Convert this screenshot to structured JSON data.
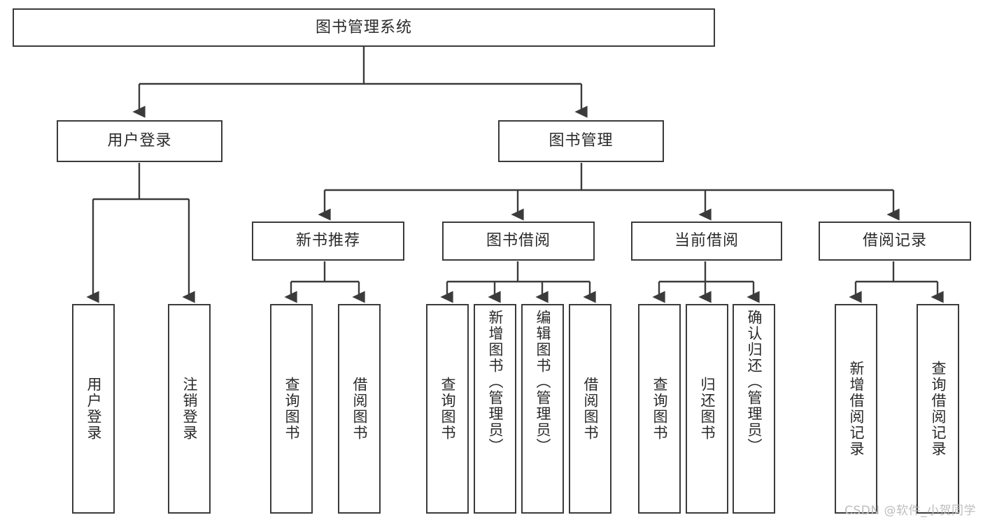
{
  "diagram": {
    "type": "tree",
    "title": "图书管理系统",
    "style": {
      "background": "#ffffff",
      "box_fill": "#ffffff",
      "box_stroke": "#3b3b3b",
      "text_color": "#2a2a2a",
      "connector_color": "#3b3b3b",
      "watermark_color": "#bdbdbd"
    },
    "root": {
      "id": "root",
      "label": "图书管理系统",
      "orientation": "horizontal"
    },
    "level2": [
      {
        "id": "user-login",
        "label": "用户登录",
        "orientation": "horizontal"
      },
      {
        "id": "book-management",
        "label": "图书管理",
        "orientation": "horizontal"
      }
    ],
    "level3": [
      {
        "id": "new-book-recommend",
        "label": "新书推荐",
        "orientation": "horizontal",
        "parent": "book-management"
      },
      {
        "id": "book-borrow",
        "label": "图书借阅",
        "orientation": "horizontal",
        "parent": "book-management"
      },
      {
        "id": "current-borrow",
        "label": "当前借阅",
        "orientation": "horizontal",
        "parent": "book-management"
      },
      {
        "id": "borrow-record",
        "label": "借阅记录",
        "orientation": "horizontal",
        "parent": "book-management"
      }
    ],
    "leaves": {
      "user_login": [
        {
          "id": "leaf-user-login",
          "label": "用户登录",
          "orientation": "vertical"
        },
        {
          "id": "leaf-logout-login",
          "label": "注销登录",
          "orientation": "vertical"
        }
      ],
      "new_book_recommend": [
        {
          "id": "leaf-query-book-1",
          "label": "查询图书",
          "orientation": "vertical"
        },
        {
          "id": "leaf-borrow-book-1",
          "label": "借阅图书",
          "orientation": "vertical"
        }
      ],
      "book_borrow": [
        {
          "id": "leaf-query-book-2",
          "label": "查询图书",
          "orientation": "vertical"
        },
        {
          "id": "leaf-add-book",
          "label": "新增图书（管理员）",
          "orientation": "vertical"
        },
        {
          "id": "leaf-edit-book",
          "label": "编辑图书（管理员）",
          "orientation": "vertical"
        },
        {
          "id": "leaf-borrow-book-2",
          "label": "借阅图书",
          "orientation": "vertical"
        }
      ],
      "current_borrow": [
        {
          "id": "leaf-query-book-3",
          "label": "查询图书",
          "orientation": "vertical"
        },
        {
          "id": "leaf-return-book",
          "label": "归还图书",
          "orientation": "vertical"
        },
        {
          "id": "leaf-confirm-return",
          "label": "确认归还（管理员）",
          "orientation": "vertical"
        }
      ],
      "borrow_record": [
        {
          "id": "leaf-add-borrow-record",
          "label": "新增借阅记录",
          "orientation": "vertical"
        },
        {
          "id": "leaf-query-borrow-record",
          "label": "查询借阅记录",
          "orientation": "vertical"
        }
      ]
    },
    "watermark": "CSDN @软件_小贺同学"
  }
}
